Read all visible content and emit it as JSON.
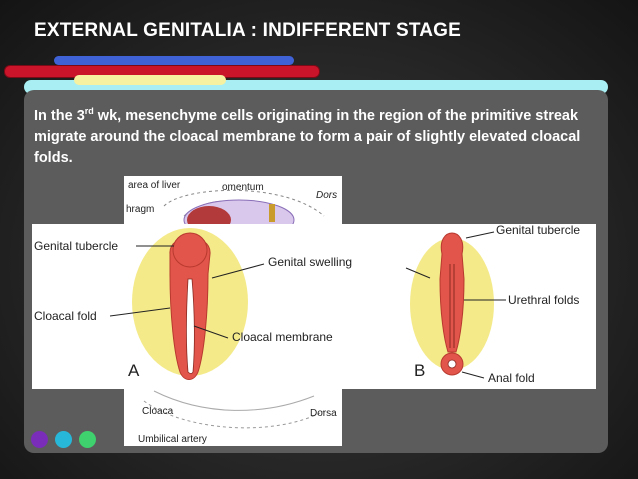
{
  "slide": {
    "title": "EXTERNAL GENITALIA : INDIFFERENT STAGE",
    "text_before_sup": "In the 3",
    "text_sup": "rd",
    "text_after_sup": " wk, mesenchyme cells originating in the region of the primitive streak migrate around the cloacal membrane to form a pair of slightly elevated cloacal folds."
  },
  "figure_back": {
    "labels": {
      "area_of_liver": "area of liver",
      "omentum": "omentum",
      "dors_top": "Dors",
      "diaphragm": "hragm",
      "cloaca": "Cloaca",
      "dorsa_bottom": "Dorsa",
      "umbilical_artery": "Umbilical artery"
    }
  },
  "figure_main": {
    "labels": {
      "genital_tubercle_a": "Genital tubercle",
      "genital_swelling": "Genital swelling",
      "cloacal_fold": "Cloacal fold",
      "cloacal_membrane": "Cloacal membrane",
      "letter_a": "A",
      "genital_tubercle_b": "Genital tubercle",
      "urethral_folds": "Urethral folds",
      "letter_b": "B",
      "anal_fold": "Anal fold"
    }
  },
  "colors": {
    "accent_red": "#c9142a",
    "accent_blue": "#3f63d6",
    "accent_yellow": "#f6f1a0",
    "accent_cyan": "#a8eef2",
    "dot_purple": "#7a2db8",
    "dot_cyan": "#27b8d9",
    "dot_green": "#3ed16d"
  }
}
